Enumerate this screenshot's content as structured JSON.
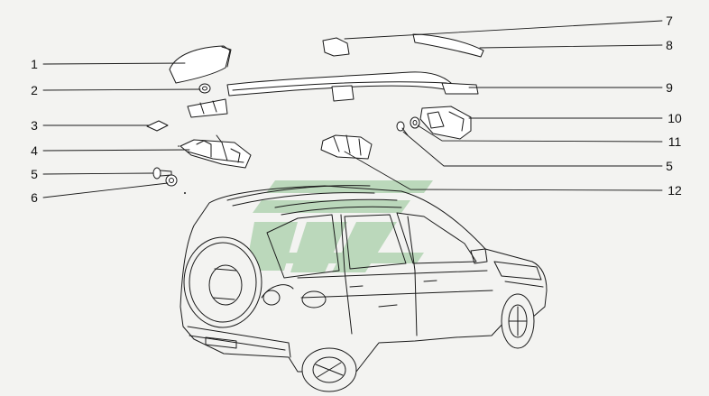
{
  "diagram": {
    "callouts": [
      {
        "id": "l1",
        "label": "1"
      },
      {
        "id": "l2",
        "label": "2"
      },
      {
        "id": "l3",
        "label": "3"
      },
      {
        "id": "l4",
        "label": "4"
      },
      {
        "id": "l5",
        "label": "5"
      },
      {
        "id": "l6",
        "label": "6"
      },
      {
        "id": "r7",
        "label": "7"
      },
      {
        "id": "r8",
        "label": "8"
      },
      {
        "id": "r9",
        "label": "9"
      },
      {
        "id": "r10",
        "label": "10"
      },
      {
        "id": "r11",
        "label": "11"
      },
      {
        "id": "r5",
        "label": "5"
      },
      {
        "id": "r12",
        "label": "12"
      }
    ]
  },
  "colors": {
    "line": "#1a1a1a",
    "part_fill": "#ffffff",
    "watermark_green": "#8fc28f",
    "background": "#f3f3f1"
  }
}
